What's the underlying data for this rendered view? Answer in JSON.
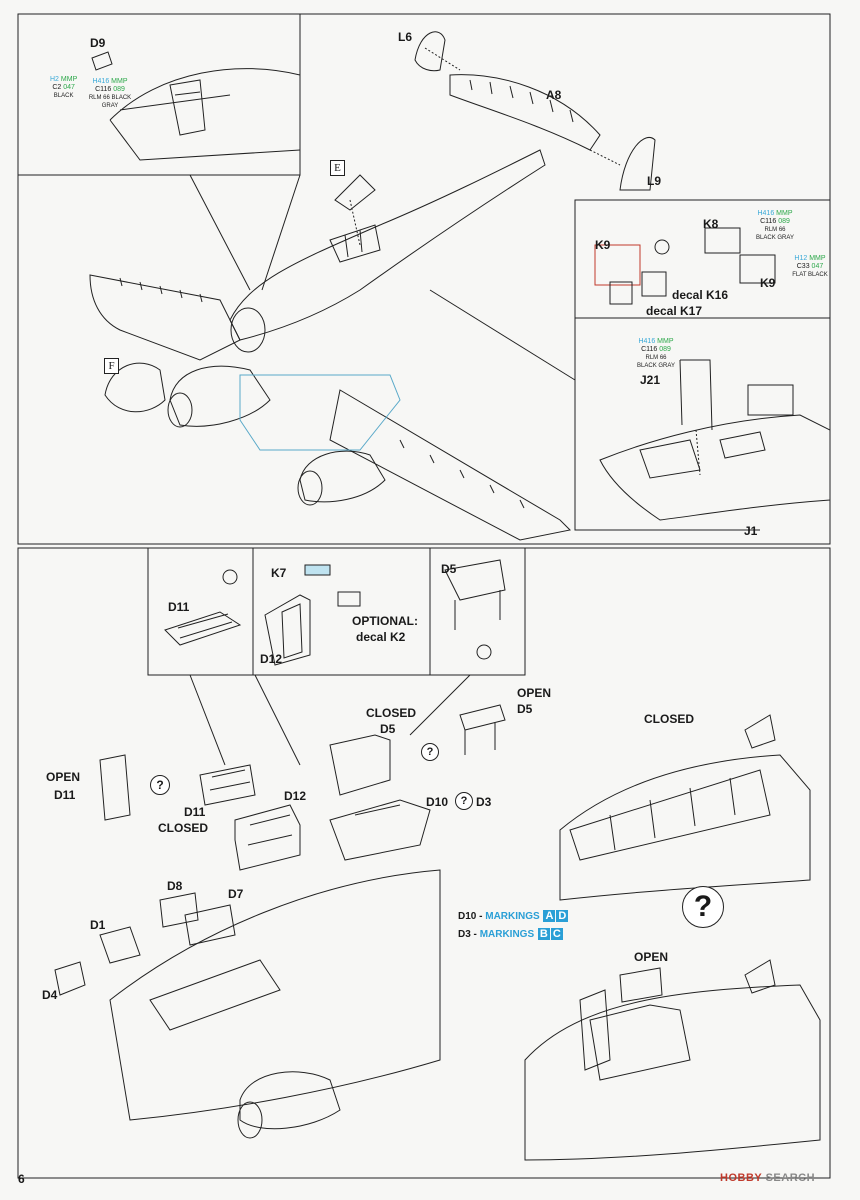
{
  "page_number": "6",
  "watermark": {
    "brand": "HOBBY",
    "suffix": "SEARCH"
  },
  "step_top": {
    "parts": {
      "D9": "D9",
      "L6": "L6",
      "A8": "A8",
      "L9": "L9",
      "K8": "K8",
      "K9": "K9",
      "K9b": "K9",
      "J21": "J21",
      "J1": "J1"
    },
    "decals": {
      "k16": "decal K16",
      "k17": "decal K17"
    },
    "box_letters": {
      "E": "E",
      "F": "F"
    },
    "paint_d9": [
      {
        "code": "H2",
        "mmp": "MMP",
        "c": "C2",
        "num": "047",
        "name": "BLACK"
      },
      {
        "code": "H416",
        "mmp": "MMP",
        "c": "C116",
        "num": "089",
        "name": "RLM 66 BLACK GRAY"
      }
    ],
    "paint_k8": {
      "code": "H416",
      "mmp": "MMP",
      "c": "C116",
      "num": "089",
      "name": "RLM 66 BLACK GRAY"
    },
    "paint_k9": {
      "code": "H12",
      "mmp": "MMP",
      "c": "C33",
      "num": "047",
      "name": "FLAT BLACK"
    },
    "paint_j21": {
      "code": "H416",
      "mmp": "MMP",
      "c": "C116",
      "num": "089",
      "name": "RLM 66 BLACK GRAY"
    }
  },
  "step_bottom": {
    "insets": {
      "D11": "D11",
      "K7": "K7",
      "D12": "D12",
      "D5": "D5",
      "optional_1": "OPTIONAL:",
      "optional_2": "decal K2"
    },
    "labels": {
      "closed_d5_1": "CLOSED",
      "closed_d5_2": "D5",
      "open_d5_1": "OPEN",
      "open_d5_2": "D5",
      "open_d11_1": "OPEN",
      "open_d11_2": "D11",
      "d11_closed_1": "D11",
      "d11_closed_2": "CLOSED",
      "d12": "D12",
      "d10": "D10",
      "d3": "D3",
      "d8": "D8",
      "d7": "D7",
      "d1": "D1",
      "d4": "D4",
      "closed_right": "CLOSED",
      "open_right": "OPEN"
    },
    "question": "?",
    "markings": [
      {
        "part": "D10 -",
        "word": "MARKINGS",
        "letters": [
          "A",
          "D"
        ]
      },
      {
        "part": "D3 -",
        "word": "MARKINGS",
        "letters": [
          "B",
          "C"
        ]
      }
    ]
  }
}
